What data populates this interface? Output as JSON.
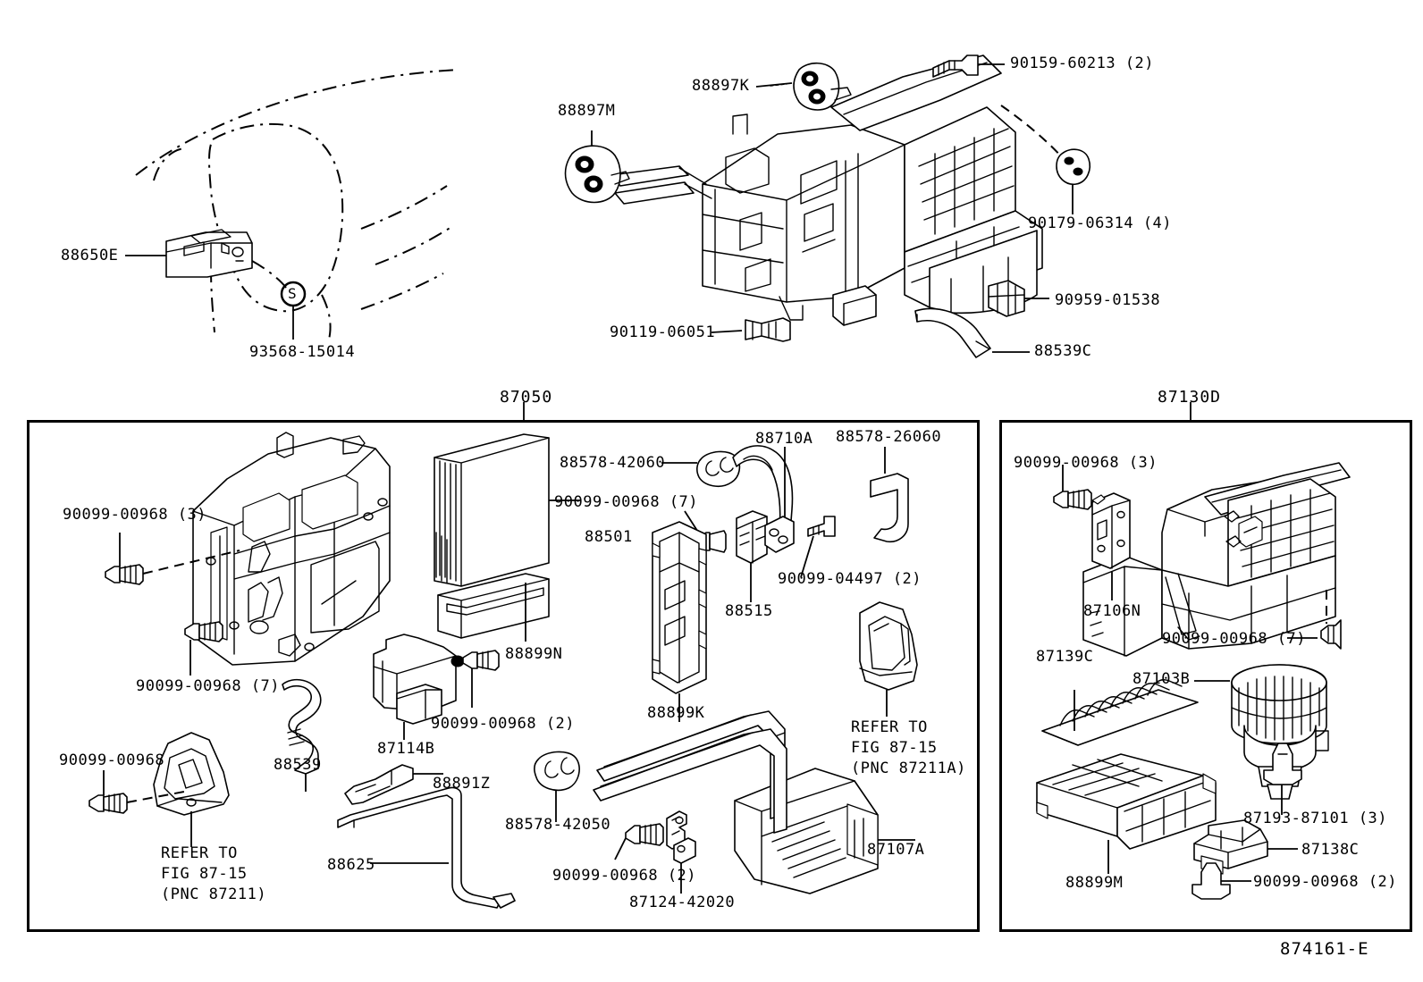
{
  "figure": {
    "footer_code": "874161-E",
    "panels": [
      {
        "id": "panel-87050",
        "title": "87050"
      },
      {
        "id": "panel-87130D",
        "title": "87130D"
      }
    ]
  },
  "top_left_view": {
    "name": "dash-sensor-location-view",
    "labels": [
      {
        "id": "lbl-88650E",
        "text": "88650E"
      },
      {
        "id": "lbl-93568-15014",
        "text": "93568-15014"
      },
      {
        "id": "callout-s",
        "text": "S"
      }
    ]
  },
  "top_right_view": {
    "name": "air-conditioning-unit-assembly-view",
    "labels": [
      {
        "id": "lbl-88897M",
        "text": "88897M"
      },
      {
        "id": "lbl-88897K",
        "text": "88897K"
      },
      {
        "id": "lbl-90159-60213",
        "text": "90159-60213 (2)"
      },
      {
        "id": "lbl-90179-06314",
        "text": "90179-06314 (4)"
      },
      {
        "id": "lbl-90959-01538",
        "text": "90959-01538"
      },
      {
        "id": "lbl-88539C",
        "text": "88539C"
      },
      {
        "id": "lbl-90119-06051",
        "text": "90119-06051"
      }
    ]
  },
  "panel_87050": {
    "title": "87050",
    "labels": [
      {
        "id": "lbl-90099-00968-3",
        "text": "90099-00968 (3)"
      },
      {
        "id": "lbl-90099-00968-7a",
        "text": "90099-00968 (7)"
      },
      {
        "id": "lbl-90099-00968-left",
        "text": "90099-00968"
      },
      {
        "id": "lbl-refer-87211",
        "text": "REFER TO\nFIG 87-15\n(PNC 87211)"
      },
      {
        "id": "lbl-88539",
        "text": "88539"
      },
      {
        "id": "lbl-87114B",
        "text": "87114B"
      },
      {
        "id": "lbl-90099-00968-2a",
        "text": "90099-00968 (2)"
      },
      {
        "id": "lbl-88899N",
        "text": "88899N"
      },
      {
        "id": "lbl-88501",
        "text": "88501"
      },
      {
        "id": "lbl-88578-42060",
        "text": "88578-42060"
      },
      {
        "id": "lbl-90099-00968-7b",
        "text": "90099-00968 (7)"
      },
      {
        "id": "lbl-88710A",
        "text": "88710A"
      },
      {
        "id": "lbl-88578-26060",
        "text": "88578-26060"
      },
      {
        "id": "lbl-90099-04497",
        "text": "90099-04497 (2)"
      },
      {
        "id": "lbl-88515",
        "text": "88515"
      },
      {
        "id": "lbl-88899K",
        "text": "88899K"
      },
      {
        "id": "lbl-refer-87211A",
        "text": "REFER TO\nFIG 87-15\n(PNC 87211A)"
      },
      {
        "id": "lbl-88891Z",
        "text": "88891Z"
      },
      {
        "id": "lbl-88625",
        "text": "88625"
      },
      {
        "id": "lbl-88578-42050",
        "text": "88578-42050"
      },
      {
        "id": "lbl-90099-00968-2b",
        "text": "90099-00968 (2)"
      },
      {
        "id": "lbl-87124-42020",
        "text": "87124-42020"
      },
      {
        "id": "lbl-87107A",
        "text": "87107A"
      }
    ]
  },
  "panel_87130D": {
    "title": "87130D",
    "labels": [
      {
        "id": "lbl-90099-00968-3r",
        "text": "90099-00968 (3)"
      },
      {
        "id": "lbl-87106N",
        "text": "87106N"
      },
      {
        "id": "lbl-90099-00968-7r",
        "text": "90099-00968 (7)"
      },
      {
        "id": "lbl-87139C",
        "text": "87139C"
      },
      {
        "id": "lbl-87103B",
        "text": "87103B"
      },
      {
        "id": "lbl-87193-87101",
        "text": "87193-87101 (3)"
      },
      {
        "id": "lbl-88899M",
        "text": "88899M"
      },
      {
        "id": "lbl-87138C",
        "text": "87138C"
      },
      {
        "id": "lbl-90099-00968-2r",
        "text": "90099-00968 (2)"
      }
    ]
  }
}
